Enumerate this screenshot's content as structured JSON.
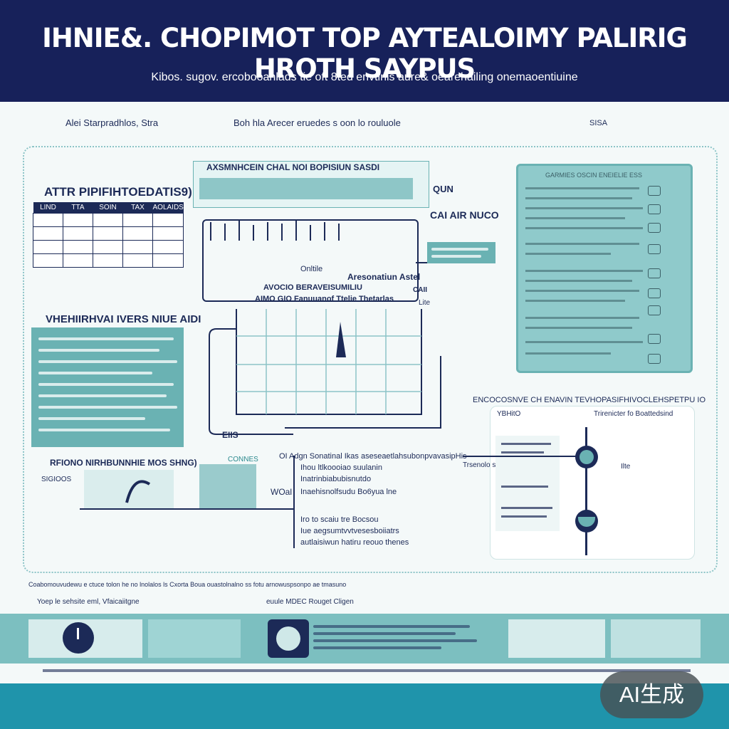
{
  "header": {
    "title": "IHNIE&. CHOPIMOT TOP AYTEALOIMY PALIRIG HROTH SAYPUS",
    "subtitle": "Kibos. sugov. ercobooanlads tie oft 8ted envtinis aure& oearehailing onemaoentiuine"
  },
  "top_labels": {
    "left": "Alei Starpradhlos, Stra",
    "center": "Boh hla Arecer eruedes s oon lo rouluole",
    "right": "SISA"
  },
  "table_section": {
    "title": "ATTR PIPIFIHTOEDATIS9)",
    "columns": [
      "LIND",
      "TTA",
      "SOIN",
      "TAX",
      "AOLAIDS"
    ]
  },
  "left_panel": {
    "title": "VHEHIIRHVAI IVERS NIUE AIDI"
  },
  "center_top": {
    "banner": "AXSMNHCEIN CHAL NOI BOPISIUN SASDI",
    "side_label": "QUN",
    "label_a": "Onltile",
    "label_b": "Aresonatiun Astel",
    "label_c": "CAII",
    "label_d": "Lite"
  },
  "center_mid": {
    "title_line1": "AVOCIO BERAVEISUMILIU",
    "title_line2": "AIMO GIO Fanuuanof Ttelie Thetarlas",
    "label_ers": "EIIS"
  },
  "right_panel": {
    "heading": "GARMIES OSCIN ENEIELIE ESS",
    "label": "CAI AIR NUCO"
  },
  "bottom_left": {
    "title": "RFIONO NIRHBUNNHIE MOS SHNG)",
    "label": "SIGIOOS",
    "chart_label": "CONNES"
  },
  "bottom_center": {
    "lines": [
      "OI Adgn Sonatinal Ikas aseseaetlahsubonpvavasipHis",
      "Ihou ltlkoooiao suulanin",
      "Inatrinbiabubisnutdo",
      "Inaehisnolfsudu Bo6yua lne",
      "Iro to scaiu tre Bocsou",
      "Iue aegsumtvvtvesesboiiatrs",
      "autlaisiwun hatiru reouo thenes"
    ],
    "wo_label": "WOal"
  },
  "right_bottom": {
    "heading": "ENCOCOSNVE CH ENAVIN TEVHOPASIFHIVOCLEHSPETPU IO",
    "label_a": "YBHitO",
    "label_b": "Trirenicter fo Boattedsind",
    "label_c": "Trsenolo sranpidliulu",
    "label_d": "Ilte"
  },
  "footnote": {
    "line1": "Coabomouvudewu e ctuce tolon he no lnolalos ls Cxorta Boua ouastolnalno ss fotu arnowuspsonpo ae tmasuno",
    "line2": "Yoep le sehsite eml, Vfaicaiitgne",
    "line3": "euule MDEC Rouget Cligen"
  },
  "colors": {
    "navy": "#17215a",
    "teal": "#6ab2b3",
    "footer": "#1f94ab"
  },
  "badge": {
    "label": "AI生成"
  }
}
